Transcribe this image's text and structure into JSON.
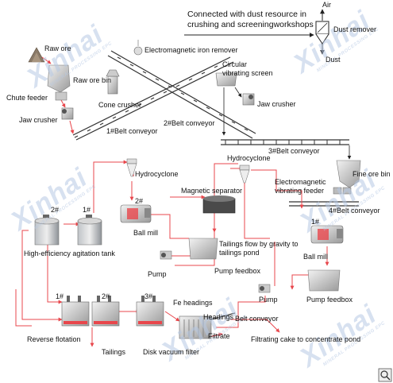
{
  "watermark": {
    "brand": "Xinhai",
    "sub": "MINERAL PROCESSING EPC"
  },
  "labels": {
    "dust_note_line1": "Connected with dust resource in",
    "dust_note_line2": "crushing and screeningworkshops",
    "air": "Air",
    "dust_remover": "Dust remover",
    "dust": "Dust",
    "raw_ore": "Raw ore",
    "raw_ore_bin": "Raw ore bin",
    "electromagnetic_iron_remover": "Electromagnetic iron remover",
    "chute_feeder": "Chute feeder",
    "jaw_crusher_left": "Jaw crusher",
    "cone_crusher": "Cone crusher",
    "circular_vibrating_screen_1": "Circular",
    "circular_vibrating_screen_2": "vibrating screen",
    "jaw_crusher_right": "Jaw crusher",
    "belt1": "1#Belt conveyor",
    "belt2": "2#Belt conveyor",
    "belt3": "3#Belt conveyor",
    "hydrocyclone_top": "Hydrocyclone",
    "hydrocyclone_mid": "Hydrocyclone",
    "fine_ore_bin": "Fine ore bin",
    "magnetic_separator": "Magnetic separator",
    "em_feeder_1": "Electromagnetic",
    "em_feeder_2": "vibrating feeder",
    "belt4": "4#Belt conveyor",
    "tank2": "2#",
    "tank1": "1#",
    "ball2": "2#",
    "ball1": "1#",
    "ball_mill_left": "Ball mill",
    "ball_mill_right": "Ball mill",
    "agitation": "High-efficiency agitation tank",
    "tailings_flow_1": "Tailings flow by gravity to",
    "tailings_flow_2": "tailings pond",
    "pump_left": "Pump",
    "pump_feedbox_left": "Pump feedbox",
    "pump_right": "Pump",
    "pump_feedbox_right": "Pump feedbox",
    "flot1": "1#",
    "flot2": "2#",
    "flot3": "3#",
    "fe_headings": "Fe headings",
    "headings": "Headings",
    "belt_conveyor": "Belt conveyor",
    "filtrate": "Filtrate",
    "reverse_flotation": "Reverse flotation",
    "tailings": "Tailings",
    "disk_vacuum_filter": "Disk vacuum filter",
    "filtrating_cake": "Filtrating cake to concentrate pond"
  },
  "colors": {
    "flow_line": "#e8474c",
    "belt": "#333333",
    "tank": "#9aa0a6",
    "arrow": "#222222",
    "watermark": "#b7c9e4"
  }
}
